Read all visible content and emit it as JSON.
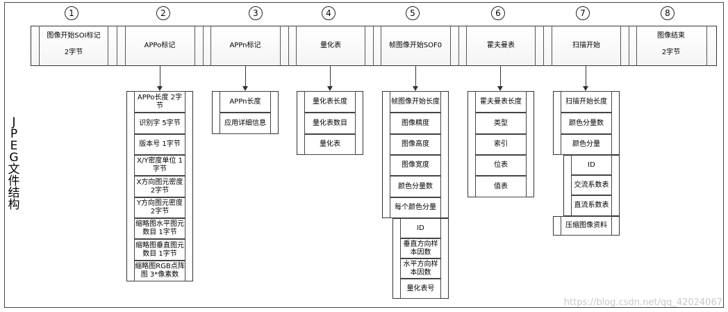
{
  "side_title": [
    "J",
    "P",
    "E",
    "G",
    "文",
    "件",
    "结",
    "构"
  ],
  "numbers": [
    "1",
    "2",
    "3",
    "4",
    "5",
    "6",
    "7",
    "8"
  ],
  "segments": [
    {
      "line1": "图像开始SOI标记",
      "line2": "2字节"
    },
    {
      "line1": "APPo标记",
      "line2": ""
    },
    {
      "line1": "APPn标记",
      "line2": ""
    },
    {
      "line1": "量化表",
      "line2": ""
    },
    {
      "line1": "帧图像开始SOF0",
      "line2": ""
    },
    {
      "line1": "霍夫曼表",
      "line2": ""
    },
    {
      "line1": "扫描开始",
      "line2": ""
    },
    {
      "line1": "图像结束",
      "line2": "2字节"
    }
  ],
  "app0_items": [
    "APPo长度 2字节",
    "识别字 5字节",
    "版本号 1字节",
    "X/Y密度单位 1字节",
    "X方向图元密度 2字节",
    "Y方向图元密度 2字节",
    "缩略图水平图元数目 1字节",
    "缩略图垂直图元数目 1字节",
    "缩略图RGB点阵图 3*像素数"
  ],
  "appn_items": [
    "APPn长度",
    "应用详细信息"
  ],
  "dqt_items": [
    "量化表长度",
    "量化表数目",
    "量化表"
  ],
  "sof_items": [
    "帧图像开始长度",
    "图像精度",
    "图像高度",
    "图像宽度",
    "颜色分量数",
    "每个颜色分量"
  ],
  "sof_sub_items": [
    "ID",
    "垂直方向样本因数",
    "水平方向样本因数",
    "量化表号"
  ],
  "dht_items": [
    "霍夫曼表长度",
    "类型",
    "索引",
    "位表",
    "值表"
  ],
  "sos_items": [
    "扫描开始长度",
    "颜色分量数",
    "颜色分量"
  ],
  "sos_sub_items": [
    "ID",
    "交流系数表",
    "直流系数表"
  ],
  "sos_last": "压缩图像资料",
  "watermark": "https://blog.csdn.net/qq_42024067"
}
